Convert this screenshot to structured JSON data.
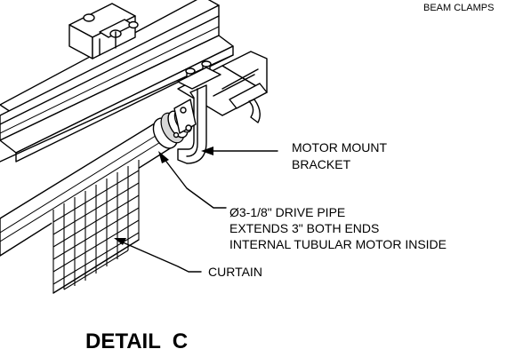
{
  "detail_title": "DETAIL  C",
  "labels": {
    "beam_clamps": "BEAM CLAMPS",
    "motor_mount_line1": "MOTOR MOUNT",
    "motor_mount_line2": "BRACKET",
    "drive_pipe_line1": "Ø3-1/8\" DRIVE PIPE",
    "drive_pipe_line2": "EXTENDS 3\" BOTH ENDS",
    "drive_pipe_line3": "INTERNAL TUBULAR MOTOR INSIDE",
    "curtain": "CURTAIN"
  }
}
